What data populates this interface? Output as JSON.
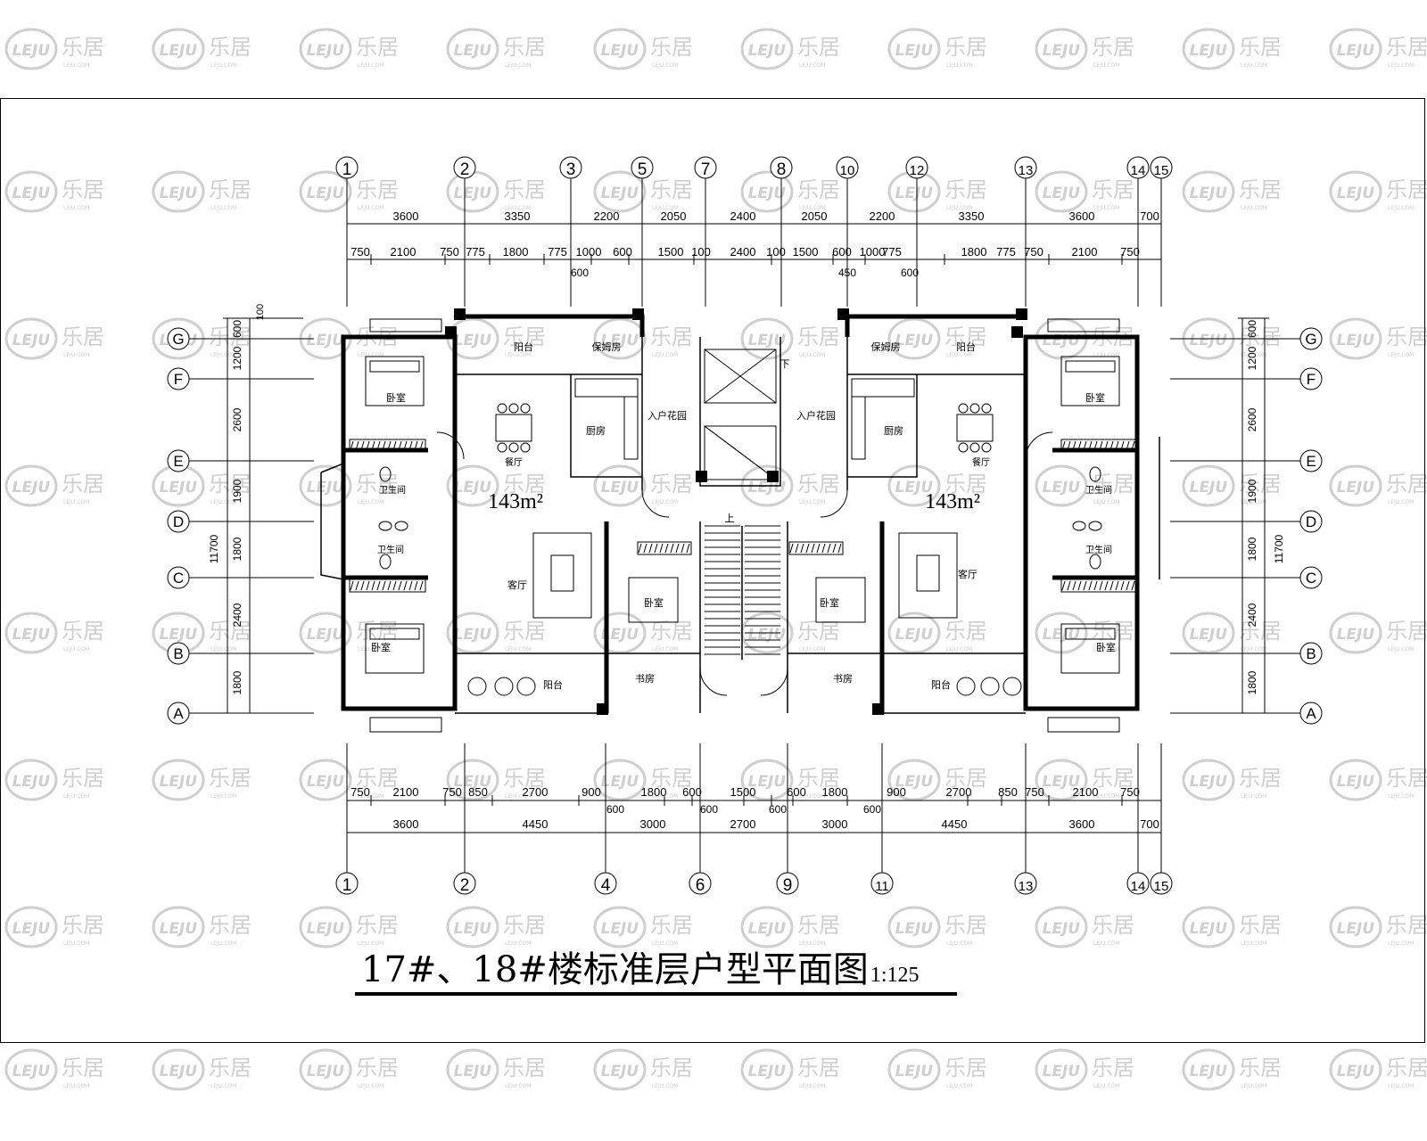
{
  "watermark": {
    "logo_text": "LEJU",
    "brand_text": "乐居",
    "sub_text": "LEJU.COM",
    "color": "#cfcfcf"
  },
  "title": {
    "main": "17#、18#楼标准层户型平面图",
    "scale": "1:125"
  },
  "top_axes": [
    "1",
    "2",
    "3",
    "5",
    "7",
    "8",
    "10",
    "12",
    "13",
    "14",
    "15"
  ],
  "bottom_axes": [
    "1",
    "2",
    "4",
    "6",
    "9",
    "11",
    "13",
    "14",
    "15"
  ],
  "row_axes": [
    "G",
    "F",
    "E",
    "D",
    "C",
    "B",
    "A"
  ],
  "top_dims_overall": [
    "3600",
    "3350",
    "2200",
    "2050",
    "2400",
    "2050",
    "2200",
    "3350",
    "3600",
    "700"
  ],
  "top_dims_detail": [
    "750",
    "2100",
    "750",
    "775",
    "1800",
    "775",
    "1000",
    "600",
    "1500",
    "100",
    "2400",
    "100",
    "1500",
    "600",
    "1000",
    "775",
    "1800",
    "775",
    "750",
    "2100",
    "750"
  ],
  "top_dims_extra": [
    "600",
    "450",
    "600"
  ],
  "bottom_dims_detail": [
    "750",
    "2100",
    "750",
    "850",
    "2700",
    "900",
    "1800",
    "600",
    "1500",
    "600",
    "1800",
    "900",
    "2700",
    "850",
    "750",
    "2100",
    "750"
  ],
  "bottom_dims_extra": [
    "600",
    "600",
    "600",
    "600"
  ],
  "bottom_dims_overall": [
    "3600",
    "4450",
    "3000",
    "2700",
    "3000",
    "4450",
    "3600",
    "700"
  ],
  "left_dims": [
    "600",
    "1200",
    "2600",
    "1900",
    "1800",
    "2400",
    "1800"
  ],
  "left_total": "11700",
  "left_top_small": "100",
  "right_dims": [
    "600",
    "1200",
    "2600",
    "1900",
    "1800",
    "2400",
    "1800"
  ],
  "right_total": "11700",
  "area_left": "143m²",
  "area_right": "143m²",
  "rooms": {
    "bedroom": "卧室",
    "balcony": "阳台",
    "maid_room": "保姆房",
    "kitchen": "厨房",
    "dining": "餐厅",
    "entry_garden": "入户花园",
    "bathroom": "卫生间",
    "living": "客厅",
    "study": "书房",
    "up": "上",
    "down": "下"
  }
}
